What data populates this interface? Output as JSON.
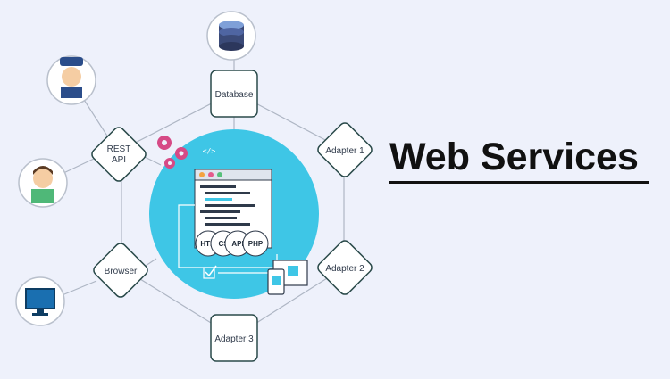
{
  "title": "Web Services",
  "nodes": {
    "database": "Database",
    "rest_api_line1": "REST",
    "rest_api_line2": "API",
    "adapter1": "Adapter 1",
    "adapter2": "Adapter 2",
    "adapter3": "Adapter 3",
    "browser": "Browser"
  },
  "tech_badges": [
    "HTM",
    "CS",
    "API",
    "PHP"
  ],
  "code_tag": "</>",
  "colors": {
    "background": "#eef1fb",
    "hub": "#3ec6e6",
    "node_border": "#2a4a4a",
    "connector": "#aeb6c4",
    "title": "#111111",
    "gear": "#d64a86",
    "monitor": "#1a6fb0",
    "database": "#3b4a78"
  },
  "icons": {
    "database": "database-icon",
    "user_a": "police-user-icon",
    "user_b": "user-icon",
    "monitor": "monitor-icon",
    "gears": "gears-icon",
    "devices": "devices-icon",
    "check": "check-icon",
    "code_window": "code-window-icon"
  }
}
